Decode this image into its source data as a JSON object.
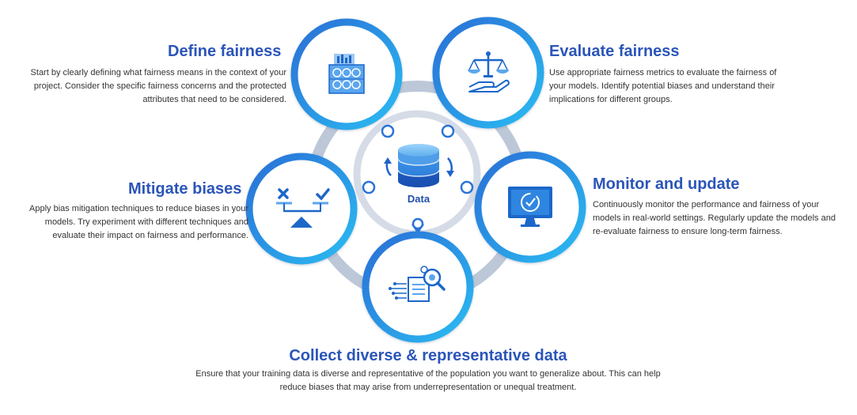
{
  "center": {
    "label": "Data"
  },
  "steps": [
    {
      "id": "define",
      "title": "Define fairness",
      "description": "Start by clearly defining what fairness means in the context of your project. Consider the specific fairness concerns and the protected attributes that need to be considered.",
      "icon": "document-people-icon"
    },
    {
      "id": "evaluate",
      "title": "Evaluate fairness",
      "description": "Use appropriate fairness metrics to evaluate the fairness of your models. Identify potential biases and understand their implications for different groups.",
      "icon": "scales-hand-icon"
    },
    {
      "id": "monitor",
      "title": "Monitor and update",
      "description": "Continuously monitor the performance and fairness of your models in real-world settings. Regularly update the models and re-evaluate fairness to ensure long-term fairness.",
      "icon": "monitor-check-icon"
    },
    {
      "id": "collect",
      "title": "Collect diverse & representative data",
      "description": "Ensure that your training data is diverse and representative of the population you want to generalize about. This can help reduce biases that may arise from underrepresentation or unequal treatment.",
      "icon": "data-magnifier-icon"
    },
    {
      "id": "mitigate",
      "title": "Mitigate biases",
      "description": "Apply bias mitigation techniques to reduce biases in your models. Try experiment with different techniques and evaluate their impact on fairness and performance.",
      "icon": "balance-cross-check-icon"
    }
  ],
  "colors": {
    "title": "#2b55b8",
    "ring": "#bcc7d8",
    "ring_inner": "#dde3ec",
    "circle_gradient_start": "#2a73d8",
    "circle_gradient_end": "#2bb5f0",
    "icon": "#1c67c9",
    "icon_light": "#5aa6ee"
  }
}
